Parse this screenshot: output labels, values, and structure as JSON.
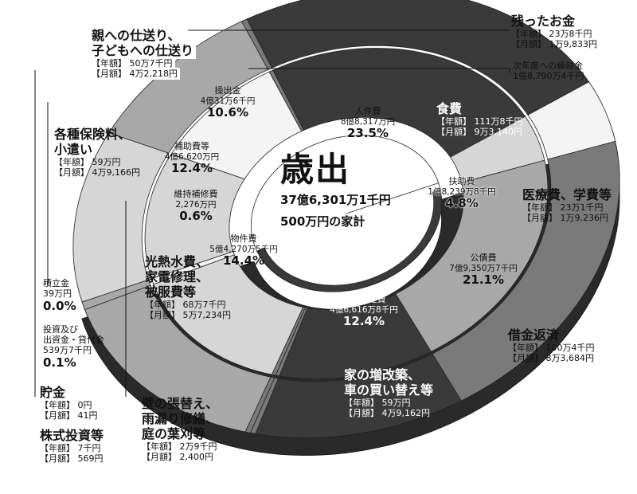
{
  "chart_data": {
    "type": "pie",
    "title": "歳出",
    "total": "37億6,301万1千円",
    "subtitle": "500万円の家計",
    "inner_ring": [
      {
        "name": "人件費",
        "amount": "8億8,317万円",
        "percent": 23.5,
        "label": "23.5%"
      },
      {
        "name": "扶助費",
        "amount": "1億8,239万8千円",
        "percent": 4.8,
        "label": "4.8%"
      },
      {
        "name": "公債費",
        "amount": "7億9,350万7千円",
        "percent": 21.1,
        "label": "21.1%"
      },
      {
        "name": "投資的経費",
        "amount": "4億6,616万8千円",
        "percent": 12.4,
        "label": "12.4%"
      },
      {
        "name": "積立金",
        "amount": "39万円",
        "percent": 0.0,
        "label": "0.0%"
      },
      {
        "name": "投資及び出資金・貸付金",
        "amount": "539万7千円",
        "percent": 0.1,
        "label": "0.1%"
      },
      {
        "name": "物件費",
        "amount": "5億4,270万5千円",
        "percent": 14.4,
        "label": "14.4%"
      },
      {
        "name": "維持補修費",
        "amount": "2,276万円",
        "percent": 0.6,
        "label": "0.6%"
      },
      {
        "name": "補助費等",
        "amount": "4億6,620万円",
        "percent": 12.4,
        "label": "12.4%"
      },
      {
        "name": "操出金",
        "amount": "4億31万6千円",
        "percent": 10.6,
        "label": "10.6%"
      },
      {
        "name": "次年度への繰越金",
        "amount": "1億8,790万4千円",
        "percent": 0.3,
        "label": ""
      }
    ],
    "outer_ring": [
      {
        "name": "食費",
        "annual": "111万8千円",
        "monthly": "9万3,140円"
      },
      {
        "name": "医療費、学費等",
        "annual": "23万1千円",
        "monthly": "1万9,236円"
      },
      {
        "name": "借金返済",
        "annual": "100万4千円",
        "monthly": "8万3,684円"
      },
      {
        "name": "家の増改築、車の買い替え等",
        "annual": "59万円",
        "monthly": "4万9,162円"
      },
      {
        "name": "貯金",
        "annual": "0円",
        "monthly": "41円"
      },
      {
        "name": "株式投資等",
        "annual": "7千円",
        "monthly": "569円"
      },
      {
        "name": "光熱水費、家電修理、被服費等",
        "annual": "68万7千円",
        "monthly": "5万7,234円"
      },
      {
        "name": "壁の張替え、雨漏り修繕、庭の葉刈等",
        "annual": "2万9千円",
        "monthly": "2,400円"
      },
      {
        "name": "各種保険料、小遣い",
        "annual": "59万円",
        "monthly": "4万9,166円"
      },
      {
        "name": "親への仕送り、子どもへの仕送り",
        "annual": "50万7千円",
        "monthly": "4万2,218円"
      },
      {
        "name": "残ったお金",
        "annual": "23万8千円",
        "monthly": "1万9,833円"
      }
    ],
    "tags": {
      "annual": "【年額】",
      "monthly": "【月額】"
    },
    "colors": {
      "dark": "#3a3a3a",
      "mid": "#7a7a7a",
      "light": "#a8a8a8",
      "pale": "#d6d6d6",
      "white": "#f4f4f4"
    }
  },
  "labels": {
    "left_outer_1": "親への仕送り、",
    "left_outer_1b": "子どもへの仕送り",
    "left_outer_3a": "各種保険料、",
    "left_outer_3b": "小遣い",
    "left_outer_7a": "光熱水費、",
    "left_outer_7b": "家電修理、",
    "left_outer_7c": "被服費等",
    "left_outer_8a": "壁の張替え、",
    "left_outer_8b": "雨漏り修繕、",
    "left_outer_8c": "庭の葉刈等",
    "home_a": "家の増改築、",
    "home_b": "車の買い替え等",
    "invest_a": "投資及び",
    "invest_b": "出資金・貸付金"
  }
}
